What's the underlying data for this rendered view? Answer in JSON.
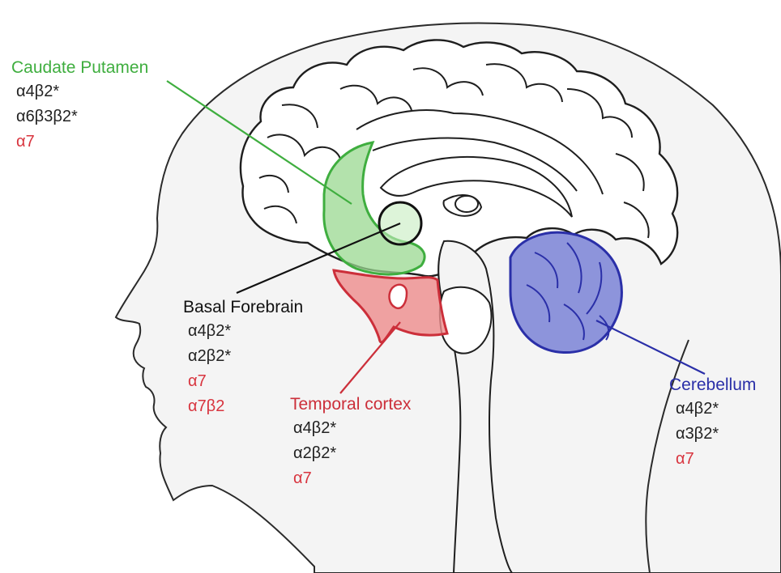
{
  "colors": {
    "caudate": "#3fae3f",
    "caudate_fill": "#9ad890",
    "black": "#111111",
    "temporal": "#cc2f3a",
    "temporal_fill": "#ee8c8c",
    "cerebellum": "#2a2fa8",
    "cerebellum_fill": "#7a83d6",
    "alpha7": "#d8343e",
    "outline": "#2a2a2a",
    "skin": "#f4f4f4"
  },
  "regions": {
    "caudate_putamen": {
      "title": "Caudate Putamen",
      "receptors": [
        {
          "text": "α4β2*",
          "kind": "black"
        },
        {
          "text": "α6β3β2*",
          "kind": "black"
        },
        {
          "text": "α7",
          "kind": "red"
        }
      ]
    },
    "basal_forebrain": {
      "title": "Basal Forebrain",
      "receptors": [
        {
          "text": "α4β2*",
          "kind": "black"
        },
        {
          "text": "α2β2*",
          "kind": "black"
        },
        {
          "text": "α7",
          "kind": "red"
        },
        {
          "text": "α7β2",
          "kind": "red"
        }
      ]
    },
    "temporal_cortex": {
      "title": "Temporal cortex",
      "receptors": [
        {
          "text": "α4β2*",
          "kind": "black"
        },
        {
          "text": "α2β2*",
          "kind": "black"
        },
        {
          "text": "α7",
          "kind": "red"
        }
      ]
    },
    "cerebellum": {
      "title": "Cerebellum",
      "receptors": [
        {
          "text": "α4β2*",
          "kind": "black"
        },
        {
          "text": "α3β2*",
          "kind": "black"
        },
        {
          "text": "α7",
          "kind": "red"
        }
      ]
    }
  }
}
